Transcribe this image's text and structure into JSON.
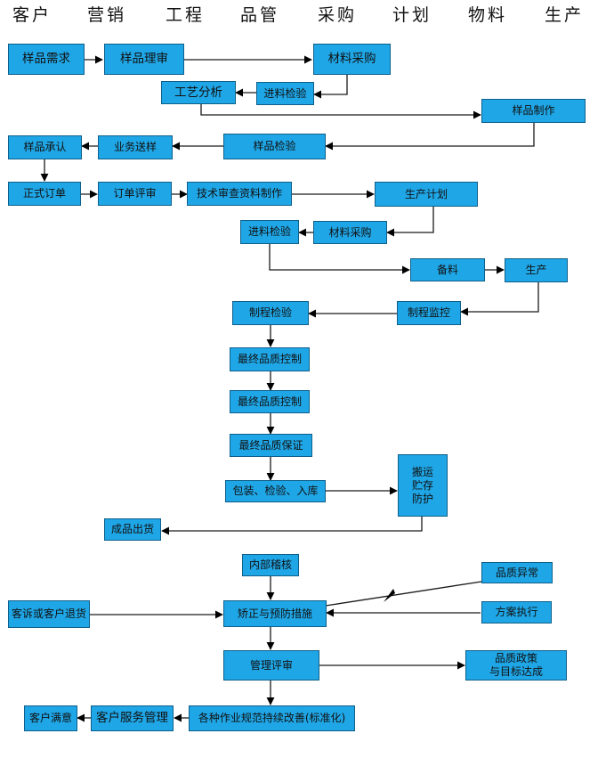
{
  "header": {
    "columns": [
      "客户",
      "营销",
      "工程",
      "品管",
      "采购",
      "计划",
      "物料",
      "生产"
    ]
  },
  "nodes": {
    "sample_demand": "样品需求",
    "sample_review": "样品理审",
    "material_purchase_1": "材料采购",
    "process_analysis": "工艺分析",
    "incoming_inspection_1": "进料检验",
    "sample_making": "样品制作",
    "sample_approval": "样品承认",
    "business_delivery": "业务送样",
    "sample_inspection": "样品检验",
    "formal_order": "正式订单",
    "order_review": "订单评审",
    "tech_review": "技术审查资料制作",
    "production_plan": "生产计划",
    "incoming_inspection_2": "进料检验",
    "material_purchase_2": "材料采购",
    "material_prep": "备料",
    "production": "生产",
    "process_inspection": "制程检验",
    "process_monitoring": "制程监控",
    "final_qc_1": "最终品质控制",
    "final_qc_2": "最终品质控制",
    "final_qa": "最终品质保证",
    "packing": "包装、检验、入库",
    "handling": "搬运\n贮存\n防护",
    "shipment": "成品出货",
    "internal_audit": "内部稽核",
    "quality_abnormal": "品质异常",
    "complaint": "客诉或客户退货",
    "corrective": "矫正与预防措施",
    "plan_execution": "方案执行",
    "mgmt_review": "管理评审",
    "quality_policy": "品质政策\n与目标达成",
    "customer_satisfaction": "客户满意",
    "customer_service": "客户服务管理",
    "standardization": "各种作业规范持续改善(标准化)"
  }
}
